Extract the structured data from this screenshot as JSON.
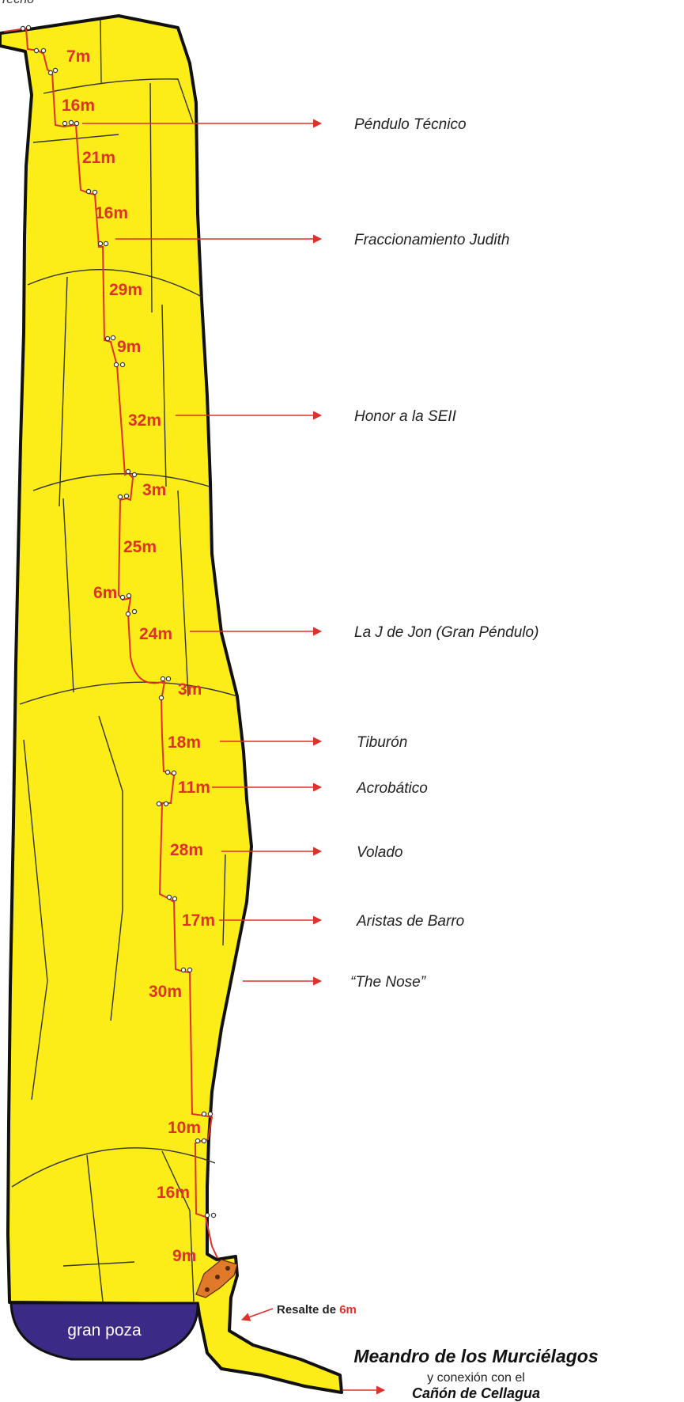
{
  "colors": {
    "cave_fill": "#fcec18",
    "cave_outline": "#111111",
    "rope": "#e0302a",
    "pitch_text": "#e0302a",
    "arrow": "#e0302a",
    "pool": "#3b2a86",
    "boulders": "#e07a2a"
  },
  "top_label": "Techo",
  "pitches": [
    "7m",
    "16m",
    "21m",
    "16m",
    "29m",
    "9m",
    "32m",
    "3m",
    "25m",
    "6m",
    "24m",
    "3m",
    "18m",
    "11m",
    "28m",
    "17m",
    "30m",
    "10m",
    "16m",
    "9m"
  ],
  "features": {
    "pendulo_tecnico": "Péndulo Técnico",
    "fraccionamiento_judith": "Fraccionamiento Judith",
    "honor_seii": "Honor a la SEII",
    "la_j_de_jon": "La J de Jon (Gran Péndulo)",
    "tiburon": "Tiburón",
    "acrobatico": "Acrobático",
    "volado": "Volado",
    "aristas_de_barro": "Aristas de Barro",
    "the_nose": "“The Nose”"
  },
  "pool_label": "gran poza",
  "resalte": {
    "prefix": "Resalte de ",
    "value": "6m"
  },
  "meandro": {
    "title": "Meandro de los Murciélagos",
    "subtitle": "y conexión con el",
    "canyon": "Cañón de Cellagua"
  }
}
